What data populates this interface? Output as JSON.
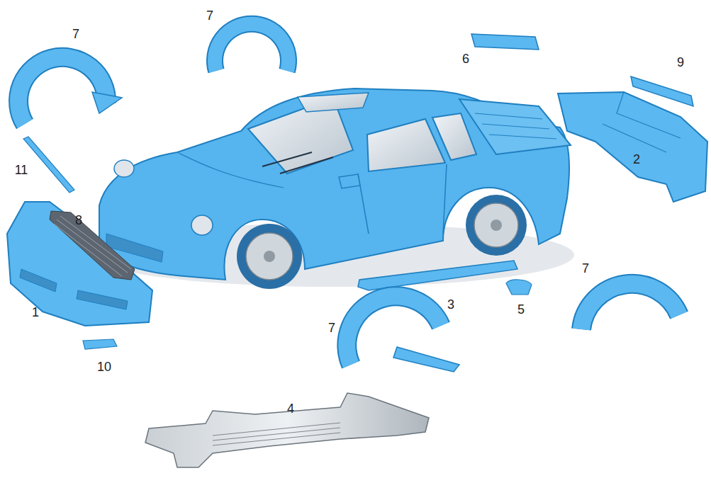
{
  "diagram": {
    "labels": [
      "7",
      "7",
      "6",
      "9",
      "11",
      "8",
      "2",
      "7",
      "3",
      "5",
      "1",
      "7",
      "10",
      "4"
    ]
  }
}
